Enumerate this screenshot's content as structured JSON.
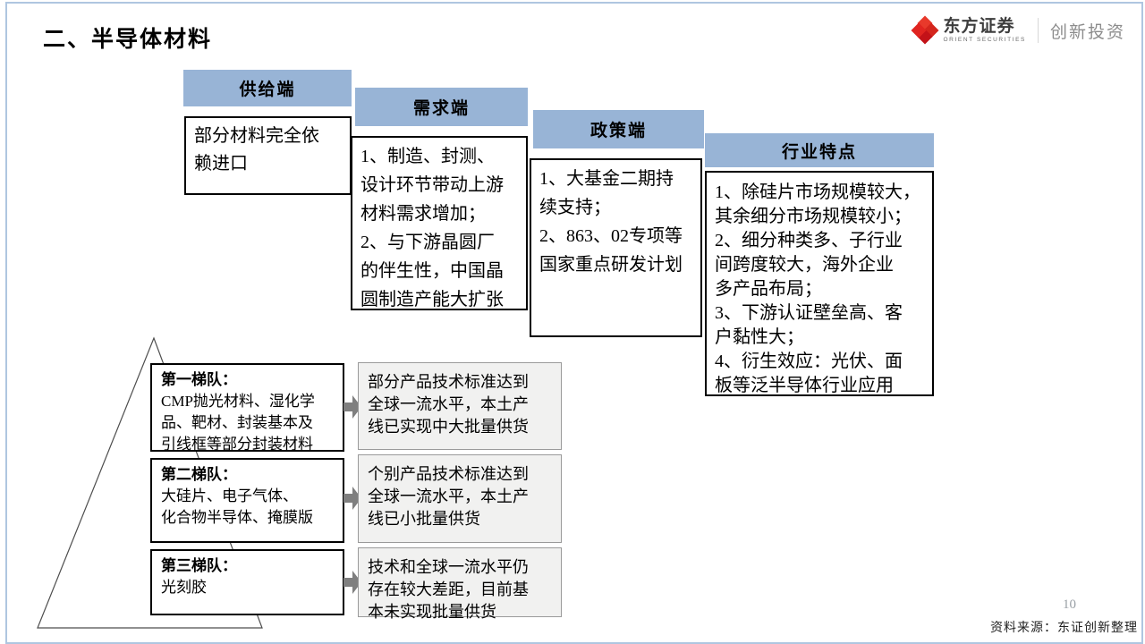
{
  "page": {
    "title": "二、半导体材料",
    "page_number": "10",
    "source": "资料来源：东证创新整理"
  },
  "logo": {
    "name_cn": "东方证券",
    "name_en": "ORIENT SECURITIES",
    "sub_brand": "创新投资"
  },
  "columns": [
    {
      "header": "供给端",
      "body": "部分材料完全依\n赖进口"
    },
    {
      "header": "需求端",
      "body": "1、制造、封测、\n设计环节带动上游\n材料需求增加；\n2、与下游晶圆厂\n的伴生性，中国晶\n圆制造产能大扩张"
    },
    {
      "header": "政策端",
      "body": "1、大基金二期持\n续支持；\n2、863、02专项等\n国家重点研发计划"
    },
    {
      "header": "行业特点",
      "body": "1、除硅片市场规模较大，\n其余细分市场规模较小；\n2、细分种类多、子行业\n间跨度较大，海外企业\n多产品布局；\n3、下游认证壁垒高、客\n户黏性大；\n4、衍生效应：光伏、面\n板等泛半导体行业应用"
    }
  ],
  "pyramid": {
    "tiers": [
      {
        "label": "第一梯队：",
        "items": "CMP抛光材料、湿化学\n品、靶材、封装基本及\n引线框等部分封装材料",
        "result": "部分产品技术标准达到\n全球一流水平，本土产\n线已实现中大批量供货"
      },
      {
        "label": "第二梯队：",
        "items": "大硅片、电子气体、\n化合物半导体、掩膜版",
        "result": "个别产品技术标准达到\n全球一流水平，本土产\n线已小批量供货"
      },
      {
        "label": "第三梯队：",
        "items": "光刻胶",
        "result": "技术和全球一流水平仍\n存在较大差距，目前基\n本未实现批量供货"
      }
    ]
  },
  "colors": {
    "header_blue": "#98B4D6",
    "frame_blue": "#AFC6E0",
    "arrow_gray": "#7F7F7F",
    "result_box_gray": "#F1F1F0",
    "logo_red": "#D4251C",
    "sub_brand_gray": "#8C8C8C"
  }
}
